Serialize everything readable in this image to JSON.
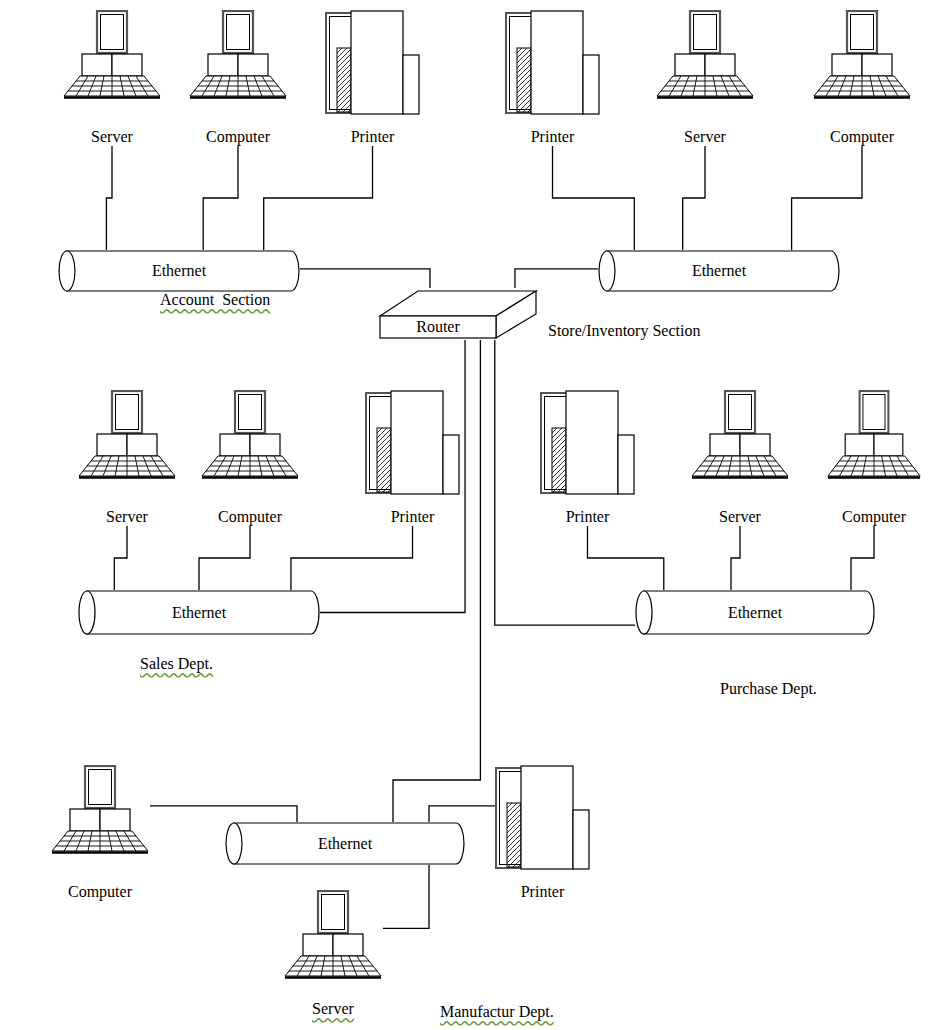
{
  "diagram": {
    "nodes": [
      {
        "text": [
          "Server"
        ]
      },
      {
        "text": [
          "Computer"
        ]
      },
      {
        "text": [
          "Printer"
        ]
      },
      {
        "text": [
          "Printer"
        ]
      },
      {
        "text": [
          "Server"
        ]
      },
      {
        "text": [
          "Computer"
        ]
      },
      {
        "text": [
          "Ethernet"
        ]
      },
      {
        "text": [
          "Ethernet"
        ]
      },
      {
        "text": [
          "Router"
        ]
      },
      {
        "text": [
          "Server"
        ]
      },
      {
        "text": [
          "Computer"
        ]
      },
      {
        "text": [
          "Printer"
        ]
      },
      {
        "text": [
          "Printer"
        ]
      },
      {
        "text": [
          "Server"
        ]
      },
      {
        "text": [
          "Computer"
        ]
      },
      {
        "text": [
          "Ethernet"
        ]
      },
      {
        "text": [
          "Ethernet"
        ]
      },
      {
        "text": [
          "Computer"
        ]
      },
      {
        "text": [
          "Ethernet"
        ]
      },
      {
        "text": [
          "Printer"
        ]
      },
      {
        "text": [
          "Server"
        ]
      }
    ],
    "edges": [
      {
        "from": 0,
        "to": 6,
        "arrow": "none"
      },
      {
        "from": 1,
        "to": 6,
        "arrow": "none"
      },
      {
        "from": 2,
        "to": 6,
        "arrow": "none"
      },
      {
        "from": 6,
        "to": 8,
        "arrow": "none"
      },
      {
        "from": 3,
        "to": 7,
        "arrow": "none"
      },
      {
        "from": 4,
        "to": 7,
        "arrow": "none"
      },
      {
        "from": 5,
        "to": 7,
        "arrow": "none"
      },
      {
        "from": 7,
        "to": 8,
        "arrow": "none"
      },
      {
        "from": 9,
        "to": 15,
        "arrow": "none"
      },
      {
        "from": 10,
        "to": 15,
        "arrow": "none"
      },
      {
        "from": 11,
        "to": 15,
        "arrow": "none"
      },
      {
        "from": 15,
        "to": 8,
        "arrow": "none"
      },
      {
        "from": 12,
        "to": 16,
        "arrow": "none"
      },
      {
        "from": 13,
        "to": 16,
        "arrow": "none"
      },
      {
        "from": 14,
        "to": 16,
        "arrow": "none"
      },
      {
        "from": 16,
        "to": 8,
        "arrow": "none"
      },
      {
        "from": 17,
        "to": 18,
        "arrow": "none"
      },
      {
        "from": 19,
        "to": 18,
        "arrow": "none"
      },
      {
        "from": 20,
        "to": 18,
        "arrow": "none"
      },
      {
        "from": 18,
        "to": 8,
        "arrow": "none"
      }
    ],
    "labels": [
      "Account  Section",
      "Store/Inventory Section",
      "Sales Dept.",
      "Purchase Dept.",
      "Manufactur Dept."
    ]
  }
}
